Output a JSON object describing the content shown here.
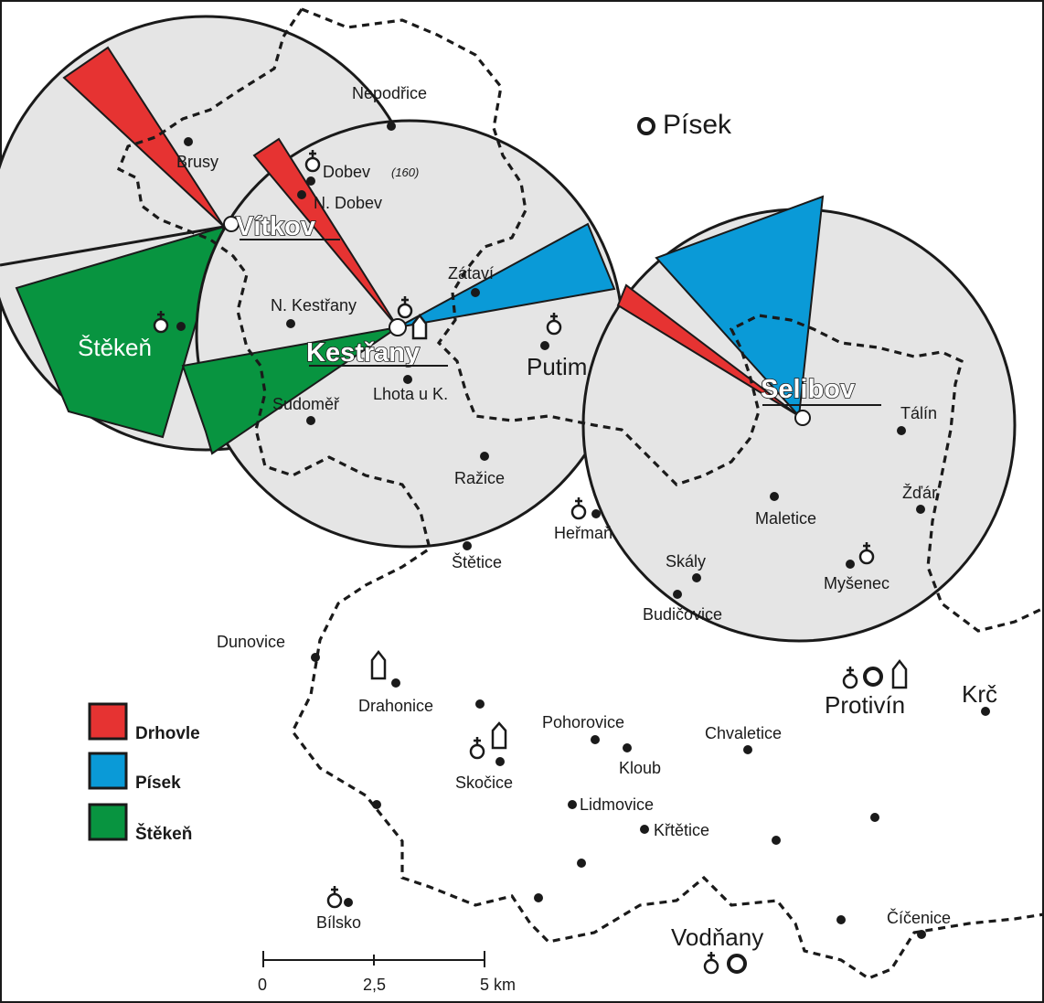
{
  "colors": {
    "drhovle": "#e63332",
    "pisek": "#0a9ad7",
    "stekan": "#089440",
    "circle_fill": "#e5e5e5",
    "line": "#1a1a1a"
  },
  "legend": [
    {
      "label": "Drhovle",
      "color": "#e63332"
    },
    {
      "label": "Písek",
      "color": "#0a9ad7"
    },
    {
      "label": "Štěkeň",
      "color": "#089440"
    }
  ],
  "centres": {
    "vitkov": "Vítkov",
    "kestrany": "Kestřany",
    "selibov": "Selibov"
  },
  "towns": {
    "pisek": "Písek",
    "putim": "Putim",
    "protivin": "Protivín",
    "vodnany": "Vodňany",
    "krc": "Krč",
    "stekan": "Štěkeň"
  },
  "villages": {
    "nepodrice": "Nepodřice",
    "brusy": "Brusy",
    "dobev": "Dobev",
    "dobev_note": "(160)",
    "n_dobev": "N. Dobev",
    "n_kestrany": "N. Kestřany",
    "zatavi": "Zátaví",
    "sudomer": "Sudoměř",
    "lhota": "Lhota u K.",
    "razice": "Ražice",
    "hermane": "Heřmaň",
    "stetice": "Štětice",
    "talin": "Tálín",
    "zdar": "Žďár",
    "maletice": "Maletice",
    "skaly": "Skály",
    "mysenec": "Myšenec",
    "budicevice": "Budičovice",
    "dunovice": "Dunovice",
    "drahonice": "Drahonice",
    "pohorovice": "Pohorovice",
    "chvaletice": "Chvaletice",
    "kloub": "Kloub",
    "skocice": "Skočice",
    "lidmovice": "Lidmovice",
    "krtetice": "Křtětice",
    "bilsko": "Bílsko",
    "cicenice": "Číčenice"
  },
  "scale_bar": {
    "tick_0": "0",
    "tick_mid": "2,5",
    "tick_end": "5 km"
  }
}
